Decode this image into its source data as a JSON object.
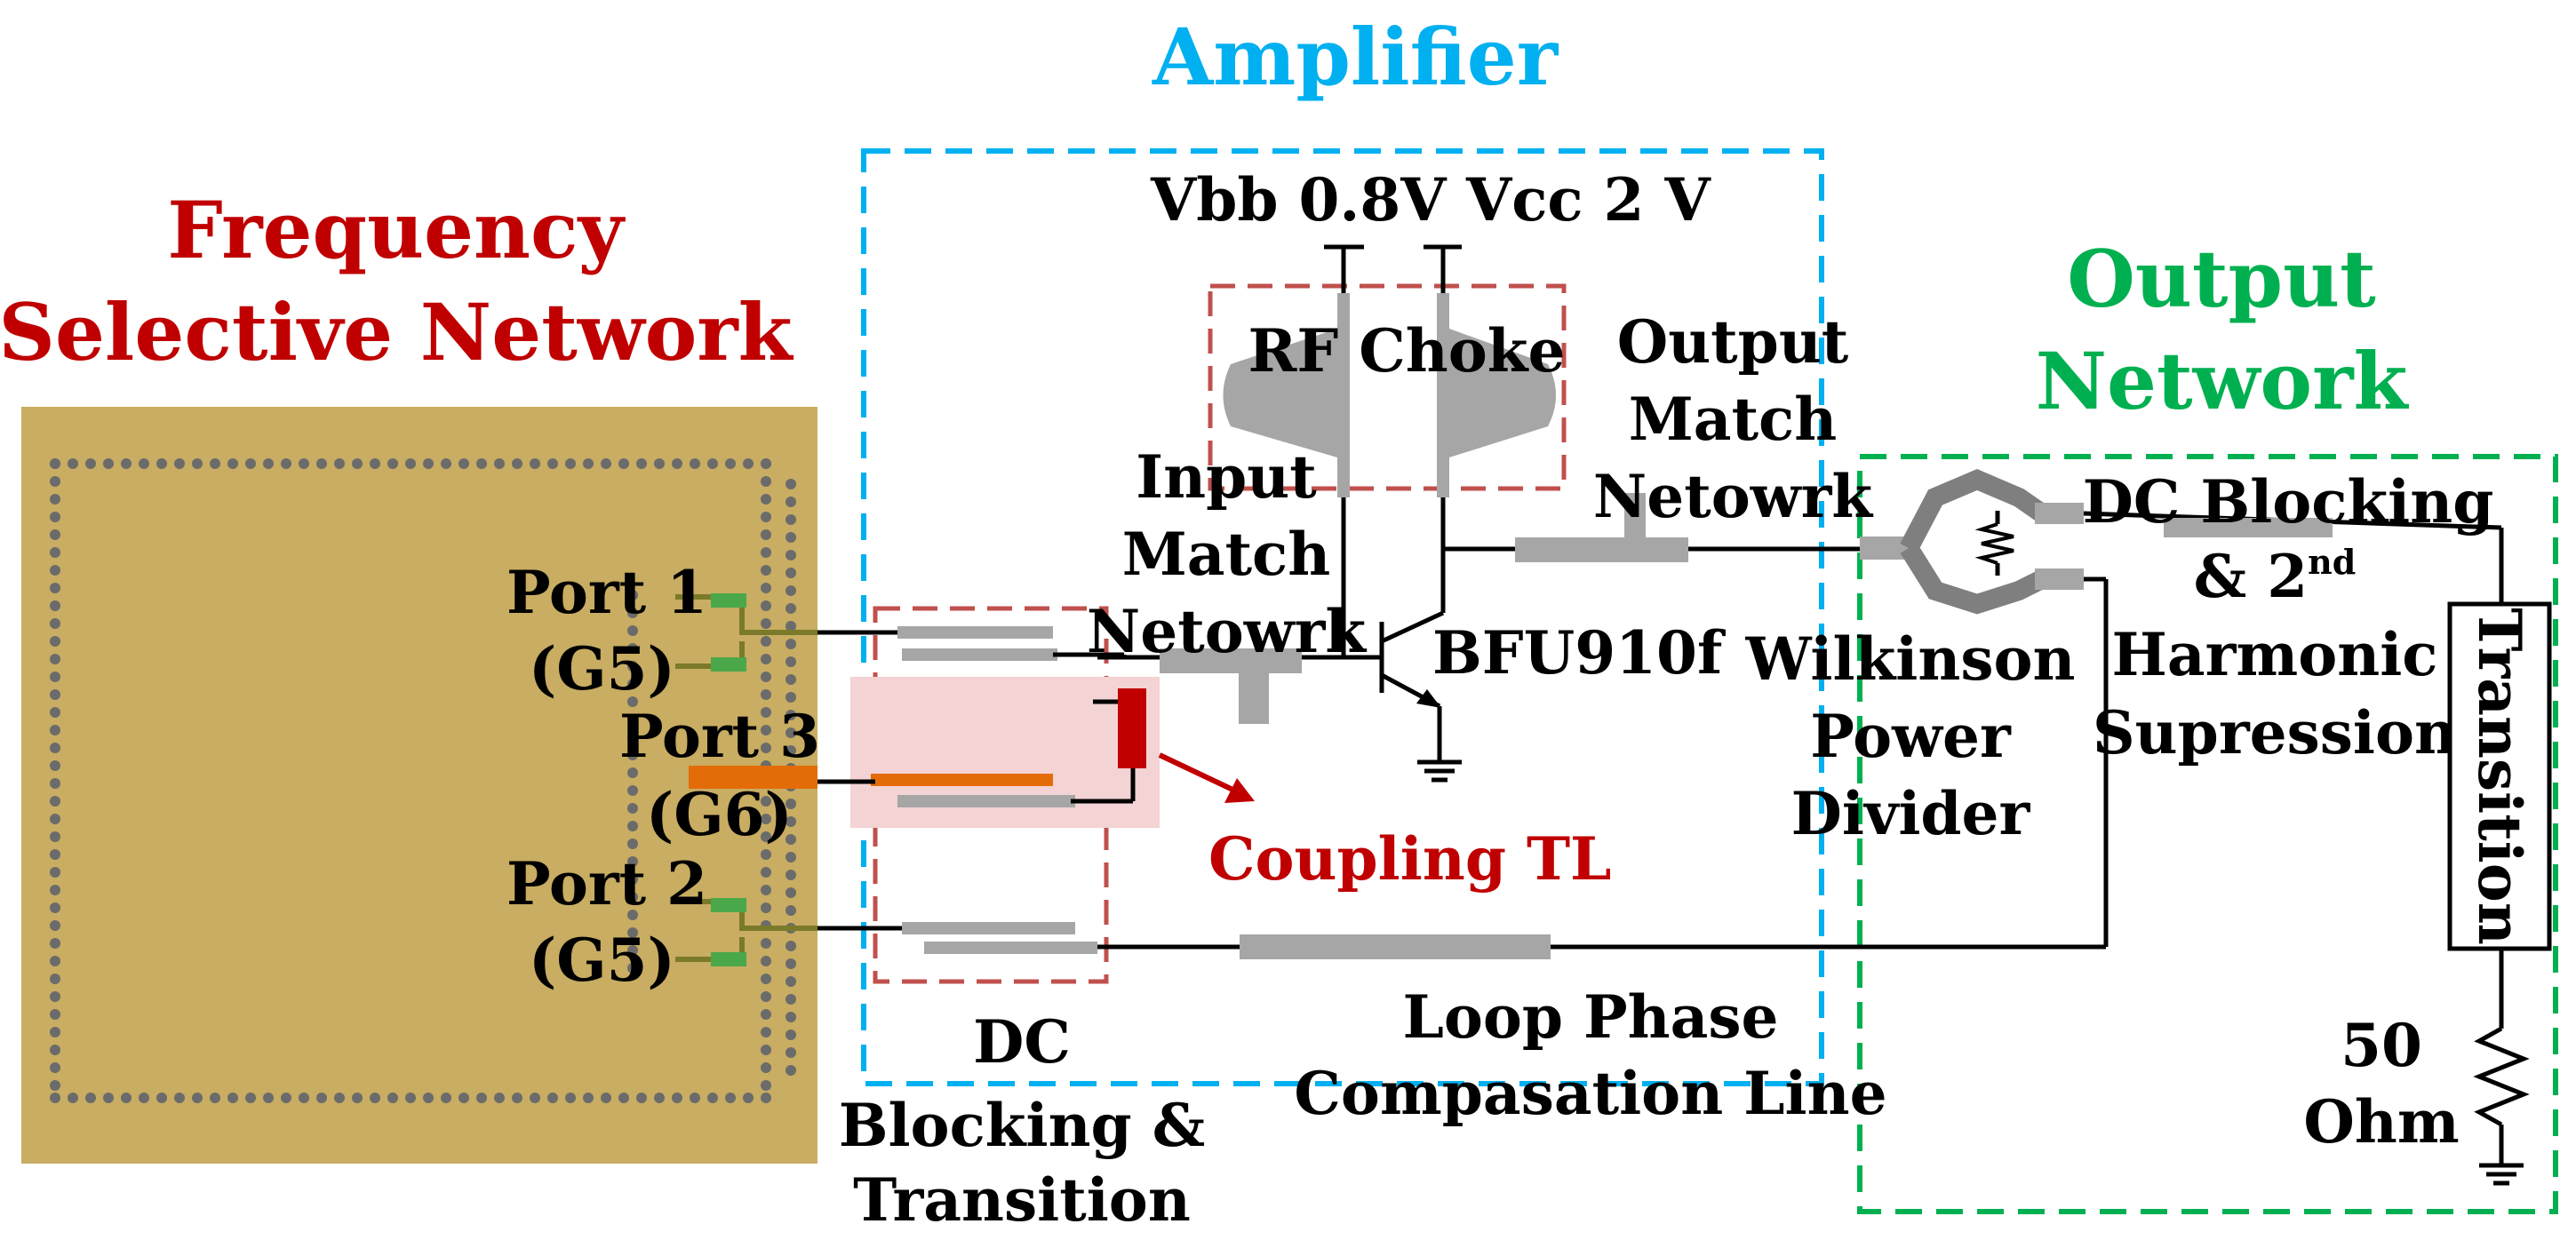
{
  "titles": {
    "amplifier": "Amplifier",
    "fsn_line1": "Frequency",
    "fsn_line2": "Selective Network",
    "output_line1": "Output",
    "output_line2": "Network"
  },
  "labels": {
    "vbb": "Vbb 0.8V",
    "vcc": "Vcc 2 V",
    "rf_choke": "RF Choke",
    "input_match": [
      "Input",
      "Match",
      "Netowrk"
    ],
    "output_match": [
      "Output",
      "Match",
      "Netowrk"
    ],
    "transistor": "BFU910f",
    "wilkinson": [
      "Wilkinson",
      "Power",
      "Divider"
    ],
    "dc_block_right_1": "DC Blocking",
    "dc_block_right_2": "& 2",
    "dc_block_right_sup": "nd",
    "dc_block_right_3": "Harmonic",
    "dc_block_right_4": "Supression",
    "transition": "Transition",
    "ohm_value": "50",
    "ohm_unit": "Ohm",
    "coupling_tl": "Coupling TL",
    "loop_phase_1": "Loop Phase",
    "loop_phase_2": "Compasation Line",
    "dc_block_left": [
      "DC",
      "Blocking &",
      "Transition"
    ],
    "port1": "Port 1",
    "port1_group": "(G5)",
    "port3": "Port 3",
    "port3_group": "(G6)",
    "port2": "Port 2",
    "port2_group": "(G5)"
  },
  "colors": {
    "fsn_title": "#c00000",
    "amplifier_title": "#00b0f0",
    "output_title": "#00b050",
    "pcb_board": "#c8ad62",
    "via_dots": "#6b6b6b",
    "transmission_line": "#a6a6a6",
    "coupling_highlight": "#f3d3d3",
    "coupling_accent": "#e36c09",
    "coupling_resistor": "#c00000",
    "rf_choke_box": "#c0504d",
    "amplifier_box": "#00b0f0",
    "output_box": "#00b050"
  }
}
